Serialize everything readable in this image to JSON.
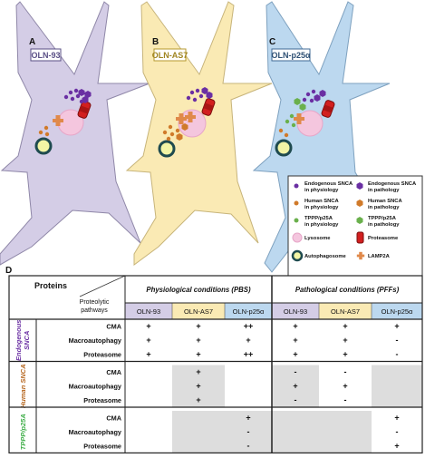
{
  "panels": [
    {
      "letter": "A",
      "cell_line": "OLN-93"
    },
    {
      "letter": "B",
      "cell_line": "OLN-AS7"
    },
    {
      "letter": "C",
      "cell_line": "OLN-p25α"
    }
  ],
  "colors": {
    "cell_a": "#d4cde6",
    "cell_b": "#faeab4",
    "cell_c": "#bcd8ef",
    "endogenous_snca": "#6a2fa3",
    "human_snca": "#d07a2a",
    "tppp": "#6ab04c",
    "lysosome": "#f4c6de",
    "autophagosome_ring": "#1f4b4f",
    "autophagosome_fill": "#f3f5a5",
    "proteasome": "#d21f1f",
    "lamp2a": "#e0894a",
    "table_header_bg": "#dddddd"
  },
  "legend": {
    "items": [
      {
        "icon": "endogenous-snca-physiology-icon",
        "label_line1": "Endogenous SNCA",
        "label_line2": "in physiology"
      },
      {
        "icon": "endogenous-snca-pathology-icon",
        "label_line1": "Endogenous SNCA",
        "label_line2": "in pathology"
      },
      {
        "icon": "human-snca-physiology-icon",
        "label_line1": "Human SNCA",
        "label_line2": "in physiology"
      },
      {
        "icon": "human-snca-pathology-icon",
        "label_line1": "Human SNCA",
        "label_line2": "in pathology"
      },
      {
        "icon": "tppp-physiology-icon",
        "label_line1": "TPPP/p25A",
        "label_line2": "in physiology"
      },
      {
        "icon": "tppp-pathology-icon",
        "label_line1": "TPPP/p25A",
        "label_line2": "in pathology"
      },
      {
        "icon": "lysosome-icon",
        "label_line1": "Lysosome",
        "label_line2": ""
      },
      {
        "icon": "proteasome-icon",
        "label_line1": "Proteasome",
        "label_line2": ""
      },
      {
        "icon": "autophagosome-icon",
        "label_line1": "Autophagosome",
        "label_line2": ""
      },
      {
        "icon": "lamp2a-icon",
        "label_line1": "LAMP2A",
        "label_line2": ""
      }
    ]
  },
  "table": {
    "panel_letter": "D",
    "proteins_header": "Proteins",
    "pathways_header_line1": "Proteolytic",
    "pathways_header_line2": "pathways",
    "condition_physiological": "Physiological conditions (PBS)",
    "condition_pathological": "Pathological conditions (PFFs)",
    "cell_lines": [
      "OLN-93",
      "OLN-AS7",
      "OLN-p25α",
      "OLN-93",
      "OLN-AS7",
      "OLN-p25α"
    ],
    "groups": [
      {
        "label_line1": "Endogenous",
        "label_line2": "SNCA",
        "color": "#6a2fa3",
        "rows": [
          {
            "pathway": "CMA",
            "values": [
              "+",
              "+",
              "++",
              "+",
              "+",
              "+"
            ],
            "shaded": []
          },
          {
            "pathway": "Macroautophagy",
            "values": [
              "+",
              "+",
              "+",
              "+",
              "+",
              "-"
            ],
            "shaded": []
          },
          {
            "pathway": "Proteasome",
            "values": [
              "+",
              "+",
              "++",
              "+",
              "+",
              "-"
            ],
            "shaded": []
          }
        ]
      },
      {
        "label_line1": "Human SNCA",
        "label_line2": "",
        "color": "#b5651d",
        "rows": [
          {
            "pathway": "CMA",
            "values": [
              "",
              "+",
              "",
              "-",
              "-",
              ""
            ],
            "shaded": [
              0,
              2
            ]
          },
          {
            "pathway": "Macroautophagy",
            "values": [
              "",
              "+",
              "",
              "+",
              "+",
              ""
            ],
            "shaded": [
              0,
              2
            ]
          },
          {
            "pathway": "Proteasome",
            "values": [
              "",
              "+",
              "",
              "-",
              "-",
              ""
            ],
            "shaded": [
              0,
              2
            ]
          }
        ]
      },
      {
        "label_line1": "TPPP/p25A",
        "label_line2": "",
        "color": "#3fae49",
        "rows": [
          {
            "pathway": "CMA",
            "values": [
              "",
              "",
              "+",
              "",
              "",
              "+"
            ],
            "shaded": [
              0,
              1
            ]
          },
          {
            "pathway": "Macroautophagy",
            "values": [
              "",
              "",
              "-",
              "",
              "",
              "-"
            ],
            "shaded": [
              0,
              1
            ]
          },
          {
            "pathway": "Proteasome",
            "values": [
              "",
              "",
              "-",
              "",
              "",
              "+"
            ],
            "shaded": [
              0,
              1
            ]
          }
        ]
      }
    ]
  }
}
